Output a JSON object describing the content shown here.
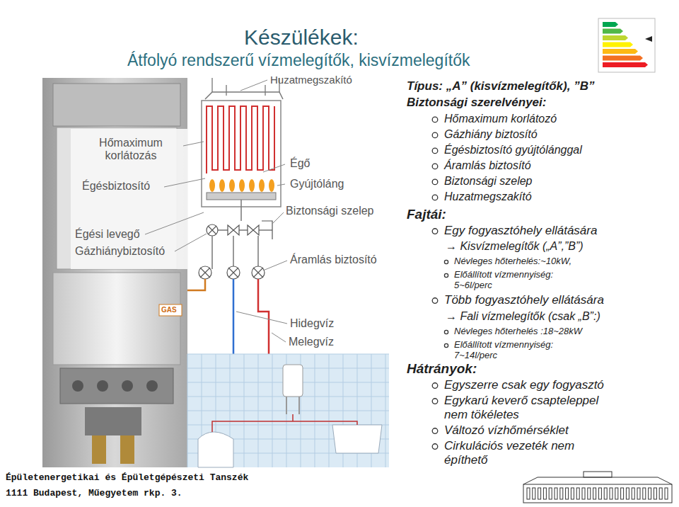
{
  "diagram": {
    "title": "Készülékek:",
    "labels": [
      "Átfolyó rendszerű vízmelegítők, kisvízmelegítők",
      "Huzatmegszakító",
      "Hőmaximum korlátozás",
      "Égésbiztosító",
      "Égési levegő",
      "Gázhiánybiztosító",
      "Égő",
      "Gyújtóláng",
      "Biztonsági szelep",
      "Áramlás biztosító",
      "Hidegvíz",
      "Melegvíz",
      "GAS",
      "Típus: „A” (kisvízmelegítők), ”B”",
      "Biztonsági szerelvényei:",
      "Hőmaximum korlátozó",
      "Gázhiány biztosító",
      "Égésbiztosító gyújtólánggal",
      "Áramlás biztosító",
      "Biztonsági szelep",
      "Huzatmegszakító",
      "Fajtái:",
      "Egy fogyasztóhely ellátására",
      "→ Kisvízmelegítők („A”,”B”)",
      "Névleges hőterhelés:~10kW,",
      "Előállított vízmennyiség: 5~6l/perc",
      "Több fogyasztóhely ellátására",
      "→ Fali vízmelegítők (csak „B”:)",
      "Névleges hőterhelés :18~28kW",
      "Előállított vízmennyiség: 7~14l/perc",
      "Hátrányok:",
      "Egyszerre csak egy fogyasztó",
      "Egykarú keverő csapteleppel nem tökéletes",
      "Változó vízhőmérséklet",
      "Cirkulációs vezeték nem építhető",
      "Épületenergetikai és Épületgépészeti Tanszék",
      "1111 Budapest, Műegyetem rkp. 3."
    ]
  }
}
